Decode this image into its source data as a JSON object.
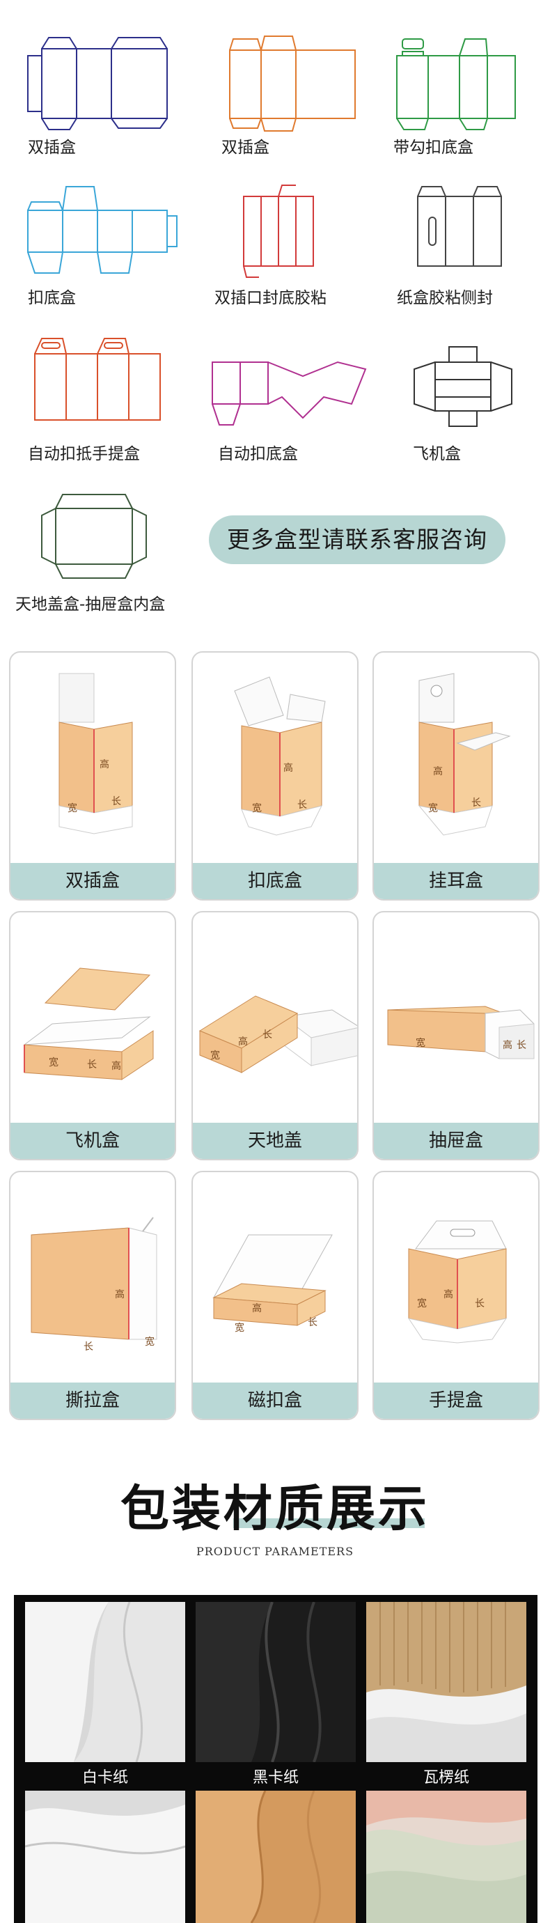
{
  "templates": [
    {
      "label": "双插盒",
      "color": "#2c2f8a"
    },
    {
      "label": "双插盒",
      "color": "#e07a2e"
    },
    {
      "label": "带勾扣底盒",
      "color": "#2e9a45"
    },
    {
      "label": "扣底盒",
      "color": "#3aa6d8"
    },
    {
      "label": "双插口封底胶粘",
      "color": "#d23a3a"
    },
    {
      "label": "纸盒胶粘侧封",
      "color": "#444444"
    },
    {
      "label": "自动扣抵手提盒",
      "color": "#d9502a"
    },
    {
      "label": "自动扣底盒",
      "color": "#b03090"
    },
    {
      "label": "飞机盒",
      "color": "#333333"
    },
    {
      "label": "天地盖盒-抽屉盒内盒",
      "color": "#3d5a3d"
    }
  ],
  "more_pill": "更多盒型请联系客服咨询",
  "box_cards": [
    {
      "label": "双插盒"
    },
    {
      "label": "扣底盒"
    },
    {
      "label": "挂耳盒"
    },
    {
      "label": "飞机盒"
    },
    {
      "label": "天地盖"
    },
    {
      "label": "抽屉盒"
    },
    {
      "label": "撕拉盒"
    },
    {
      "label": "磁扣盒"
    },
    {
      "label": "手提盒"
    }
  ],
  "dim_marks": {
    "height": "高",
    "width": "宽",
    "length": "长"
  },
  "materials": {
    "title": "包装材质展示",
    "subtitle": "PRODUCT PARAMETERS",
    "items": [
      {
        "label": "白卡纸"
      },
      {
        "label": "黑卡纸"
      },
      {
        "label": "瓦楞纸"
      },
      {
        "label": ""
      },
      {
        "label": ""
      },
      {
        "label": ""
      }
    ]
  },
  "colors": {
    "accent": "#b7d6d3",
    "kraft": "#f2c08a",
    "panel": "#0a0a0a"
  }
}
